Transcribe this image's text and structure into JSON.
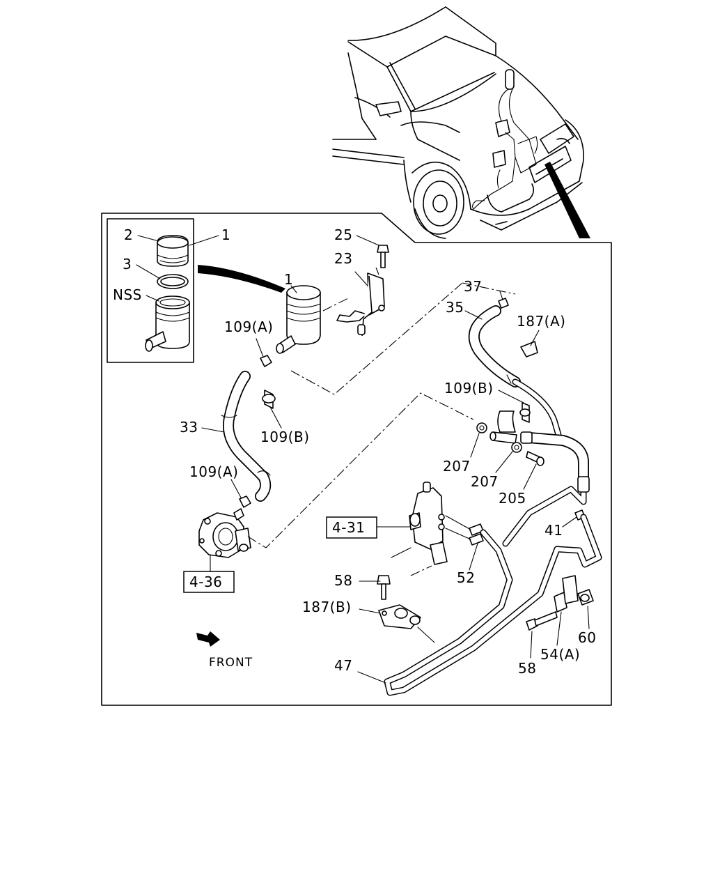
{
  "callouts": {
    "c1_inset": "1",
    "c2": "2",
    "c3": "3",
    "nss": "NSS",
    "c1_main": "1",
    "c25": "25",
    "c23": "23",
    "c109a_top": "109(A)",
    "c109b_left": "109(B)",
    "c33": "33",
    "c109a_bottom": "109(A)",
    "c37": "37",
    "c35": "35",
    "c187a": "187(A)",
    "c109b_right": "109(B)",
    "c207_left": "207",
    "c207_right": "207",
    "c205": "205",
    "c41": "41",
    "c52": "52",
    "c58_top": "58",
    "c187b": "187(B)",
    "c58_bottom": "58",
    "c54a": "54(A)",
    "c60": "60",
    "c47": "47"
  },
  "references": {
    "ref_4_31": "4-31",
    "ref_4_36": "4-36"
  },
  "orientation": {
    "front_label": "FRONT"
  }
}
